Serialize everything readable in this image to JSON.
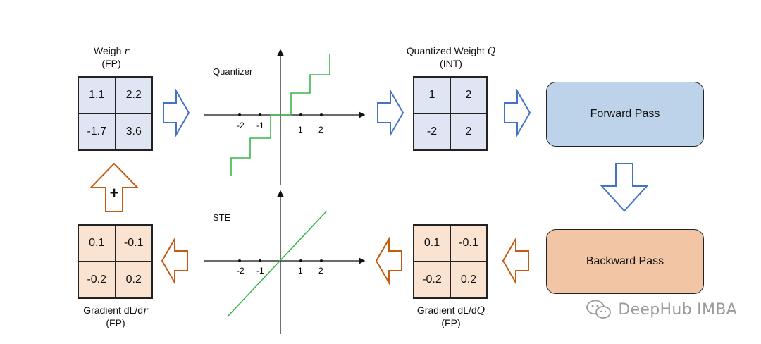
{
  "weight": {
    "title": "Weigh",
    "symbol": "r",
    "subtitle": "(FP)",
    "cells": [
      "1.1",
      "2.2",
      "-1.7",
      "3.6"
    ]
  },
  "quantized": {
    "title": "Quantized Weight",
    "symbol": "Q",
    "subtitle": "(INT)",
    "cells": [
      "1",
      "2",
      "-2",
      "2"
    ]
  },
  "grad_q": {
    "title": "Gradient dL/d",
    "symbol": "Q",
    "subtitle": "(FP)",
    "cells": [
      "0.1",
      "-0.1",
      "-0.2",
      "0.2"
    ]
  },
  "grad_r": {
    "title": "Gradient dL/d",
    "symbol": "r",
    "subtitle": "(FP)",
    "cells": [
      "0.1",
      "-0.1",
      "-0.2",
      "0.2"
    ]
  },
  "forward_pass": "Forward Pass",
  "backward_pass": "Backward Pass",
  "quantizer_title": "Quantizer",
  "ste_title": "STE",
  "tick_labels": [
    "-2",
    "-1",
    "1",
    "2"
  ],
  "plus_sign": "+",
  "watermark": "DeepHub IMBA",
  "colors": {
    "blue_fill": "#dfe5f2",
    "peach_fill": "#fbe3d2",
    "forward_box": "#bdd3e9",
    "backward_box": "#f2c6a4",
    "blue_arrow": "#4472c4",
    "orange_arrow": "#c55a11",
    "green_line": "#3ab54a"
  }
}
